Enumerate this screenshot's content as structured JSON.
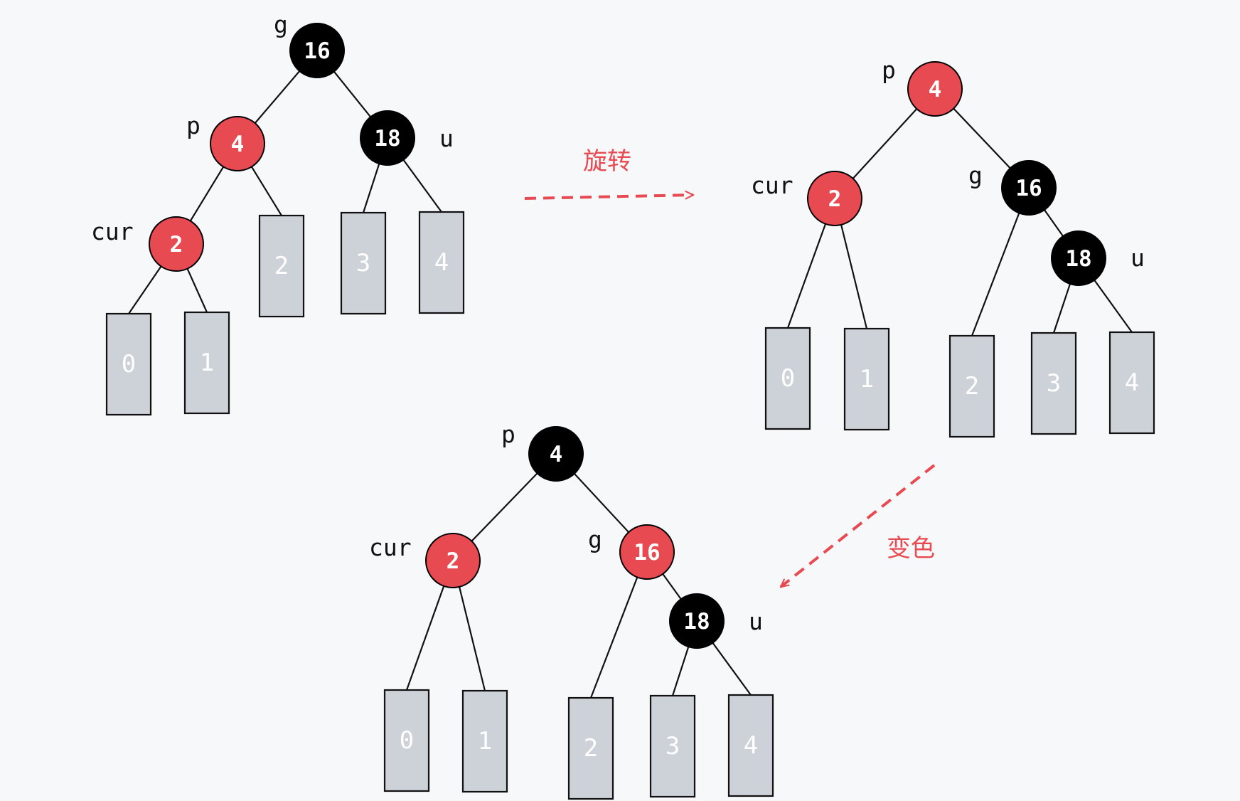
{
  "colors": {
    "red_node": "#e84a52",
    "black_node": "#000000",
    "leaf": "#cdd2d8",
    "arrow": "#e84a52"
  },
  "operations": {
    "rotate": "旋转",
    "recolor": "变色"
  },
  "trees": [
    {
      "name": "before",
      "nodes": [
        {
          "key": "16",
          "color": "black",
          "role": "g"
        },
        {
          "key": "4",
          "color": "red",
          "role": "p"
        },
        {
          "key": "18",
          "color": "black",
          "role": "u"
        },
        {
          "key": "2",
          "color": "red",
          "role": "cur"
        }
      ],
      "leaves": [
        "0",
        "1",
        "2",
        "3",
        "4"
      ]
    },
    {
      "name": "after-rotation",
      "nodes": [
        {
          "key": "4",
          "color": "red",
          "role": "p"
        },
        {
          "key": "2",
          "color": "red",
          "role": "cur"
        },
        {
          "key": "16",
          "color": "black",
          "role": "g"
        },
        {
          "key": "18",
          "color": "black",
          "role": "u"
        }
      ],
      "leaves": [
        "0",
        "1",
        "2",
        "3",
        "4"
      ]
    },
    {
      "name": "after-recolor",
      "nodes": [
        {
          "key": "4",
          "color": "black",
          "role": "p"
        },
        {
          "key": "2",
          "color": "red",
          "role": "cur"
        },
        {
          "key": "16",
          "color": "red",
          "role": "g"
        },
        {
          "key": "18",
          "color": "black",
          "role": "u"
        }
      ],
      "leaves": [
        "0",
        "1",
        "2",
        "3",
        "4"
      ]
    }
  ]
}
